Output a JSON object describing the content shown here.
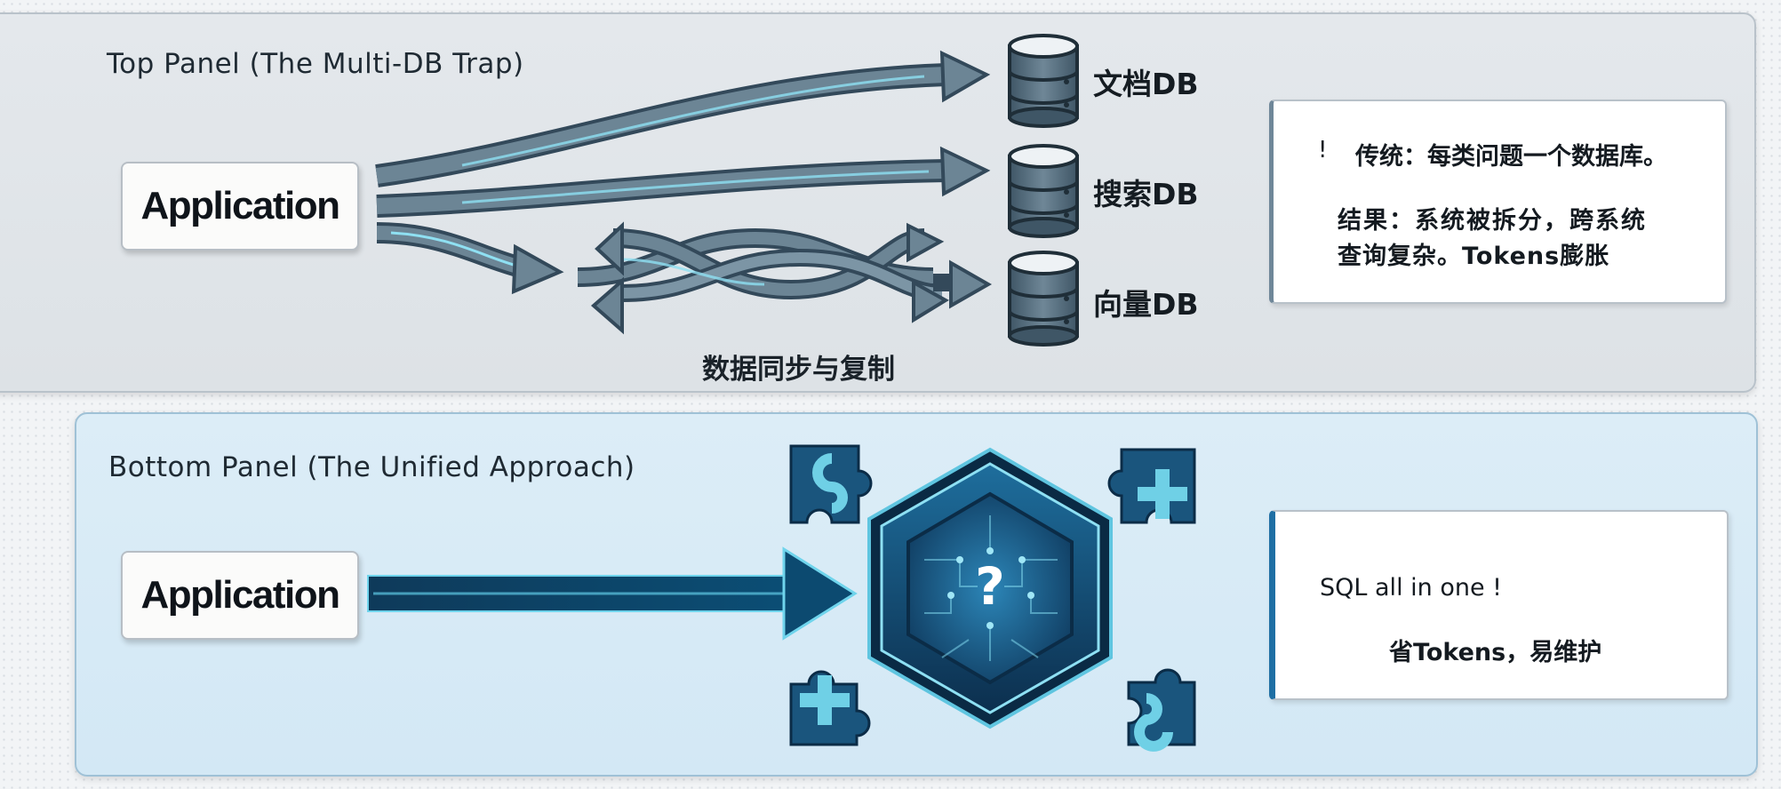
{
  "top_panel": {
    "title": "Top Panel (The Multi-DB Trap)",
    "app_label": "Application",
    "databases": [
      "文档DB",
      "搜索DB",
      "向量DB"
    ],
    "sync_label": "数据同步与复制",
    "card": {
      "bang": "!",
      "line1": "传统：每类问题一个数据库。",
      "line2": "结果：系统被拆分，跨系统",
      "line3": "查询复杂。Tokens膨胀"
    }
  },
  "bottom_panel": {
    "title": "Bottom Panel (The Unified Approach)",
    "app_label": "Application",
    "hub_symbol": "?",
    "card": {
      "line1": "SQL all in one !",
      "line2": "省Tokens，易维护"
    }
  },
  "colors": {
    "arrow_gray": "#58707f",
    "arrow_glow": "#7fd8ef",
    "hub_dark": "#0e3454",
    "hub_mid": "#1d6a99",
    "puzzle_dark": "#1a557d",
    "puzzle_light": "#6fd0e6",
    "accent_blue": "#1f6fa4"
  }
}
